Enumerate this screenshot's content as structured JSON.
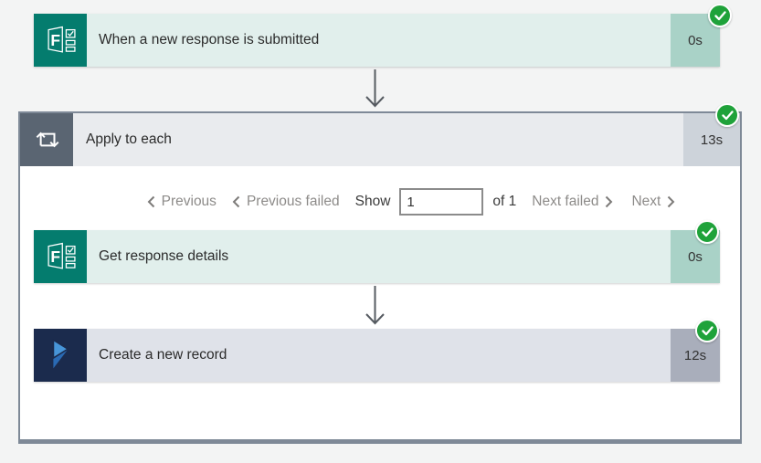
{
  "trigger": {
    "title": "When a new response is submitted",
    "duration": "0s",
    "icon": "microsoft-forms",
    "status_icon": "success-check"
  },
  "scope": {
    "title": "Apply to each",
    "duration": "13s",
    "icon": "apply-to-each-loop",
    "status_icon": "success-check",
    "pagination": {
      "previous": "Previous",
      "previous_failed": "Previous failed",
      "show": "Show",
      "page": "1",
      "of": "of 1",
      "next_failed": "Next failed",
      "next": "Next"
    },
    "actions": [
      {
        "title": "Get response details",
        "duration": "0s",
        "icon": "microsoft-forms",
        "status_icon": "success-check"
      },
      {
        "title": "Create a new record",
        "duration": "12s",
        "icon": "dynamics-365",
        "status_icon": "success-check"
      }
    ]
  },
  "colors": {
    "page_bg": "#f3f4f4",
    "teal_bar": "#e1efec",
    "teal_duration": "#a9d2c7",
    "forms_icon": "#047c6e",
    "scope_header": "#e9ebee",
    "scope_icon": "#5a6572",
    "scope_duration": "#cdd3da",
    "gray_bar": "#dfe2e9",
    "gray_duration": "#a9aebb",
    "dynamics_icon_bg": "#1b2b4d",
    "success_green": "#1fa23a",
    "scope_border": "#7e8997",
    "arrow": "#565b61"
  }
}
